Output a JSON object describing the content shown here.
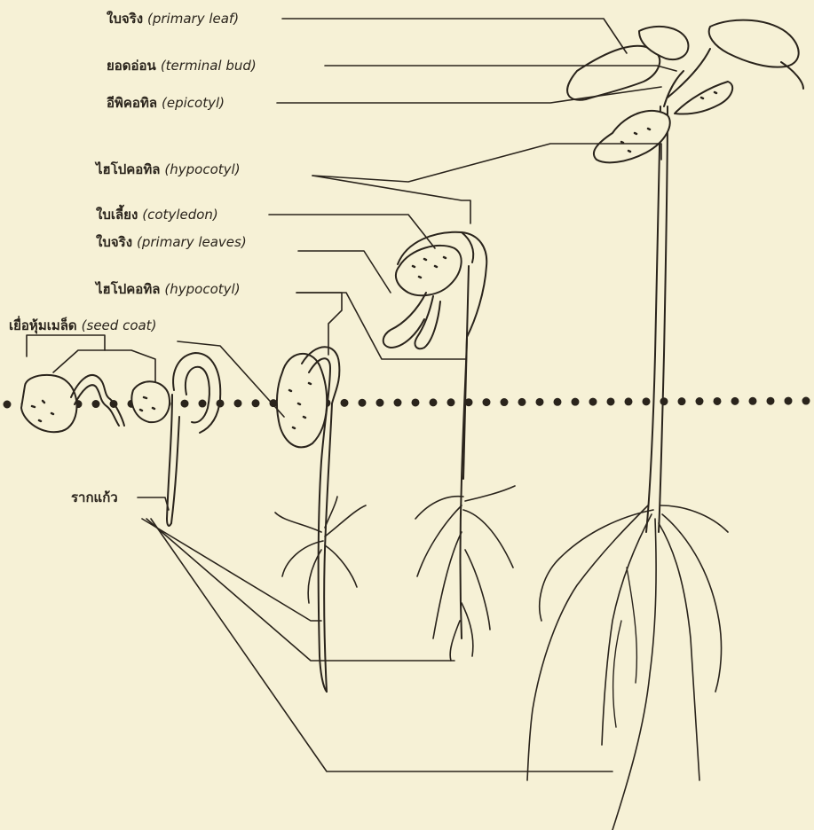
{
  "labels": {
    "primary_leaf": {
      "th": "ใบจริง",
      "en": "(primary leaf)"
    },
    "terminal_bud": {
      "th": "ยอดอ่อน",
      "en": "(terminal bud)"
    },
    "epicotyl": {
      "th": "อีพิคอทิล",
      "en": "(epicotyl)"
    },
    "hypocotyl_top": {
      "th": "ไฮโปคอทิล",
      "en": "(hypocotyl)"
    },
    "cotyledon": {
      "th": "ใบเลี้ยง",
      "en": "(cotyledon)"
    },
    "primary_leaves": {
      "th": "ใบจริง",
      "en": "(primary leaves)"
    },
    "hypocotyl_mid": {
      "th": "ไฮโปคอทิล",
      "en": "(hypocotyl)"
    },
    "seed_coat": {
      "th": "เยื่อหุ้มเมล็ด",
      "en": "(seed coat)"
    },
    "radicle": {
      "th": "รากแก้ว",
      "en": ""
    }
  }
}
